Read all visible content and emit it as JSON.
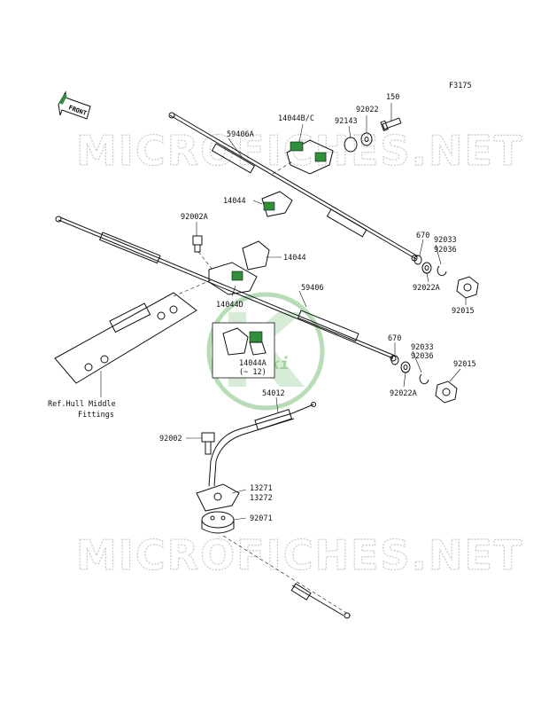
{
  "figure_code": "F3175",
  "watermark_text": "MICROFICHES.NET",
  "logo_text": "Kawasaki",
  "front_label": "FRONT",
  "labels": {
    "p150": "150",
    "p92022": "92022",
    "p14044BC": "14044B/C",
    "p92143": "92143",
    "p59406A": "59406A",
    "p14044_top": "14044",
    "p92002A": "92002A",
    "p14044_mid": "14044",
    "p670_top": "670",
    "p92033_top": "92033",
    "p92036_top": "92036",
    "p92022A_top": "92022A",
    "p92015_top": "92015",
    "p59406": "59406",
    "p14044D": "14044D",
    "p14044A": "14044A",
    "p14044A_note": "(~ 12)",
    "p670_bot": "670",
    "p92033_bot": "92033",
    "p92036_bot": "92036",
    "p92015_bot": "92015",
    "p92022A_bot": "92022A",
    "ref_hull_1": "Ref.Hull Middle",
    "ref_hull_2": "Fittings",
    "p54012": "54012",
    "p92002": "92002",
    "p13271": "13271",
    "p13272": "13272",
    "p92071": "92071"
  }
}
